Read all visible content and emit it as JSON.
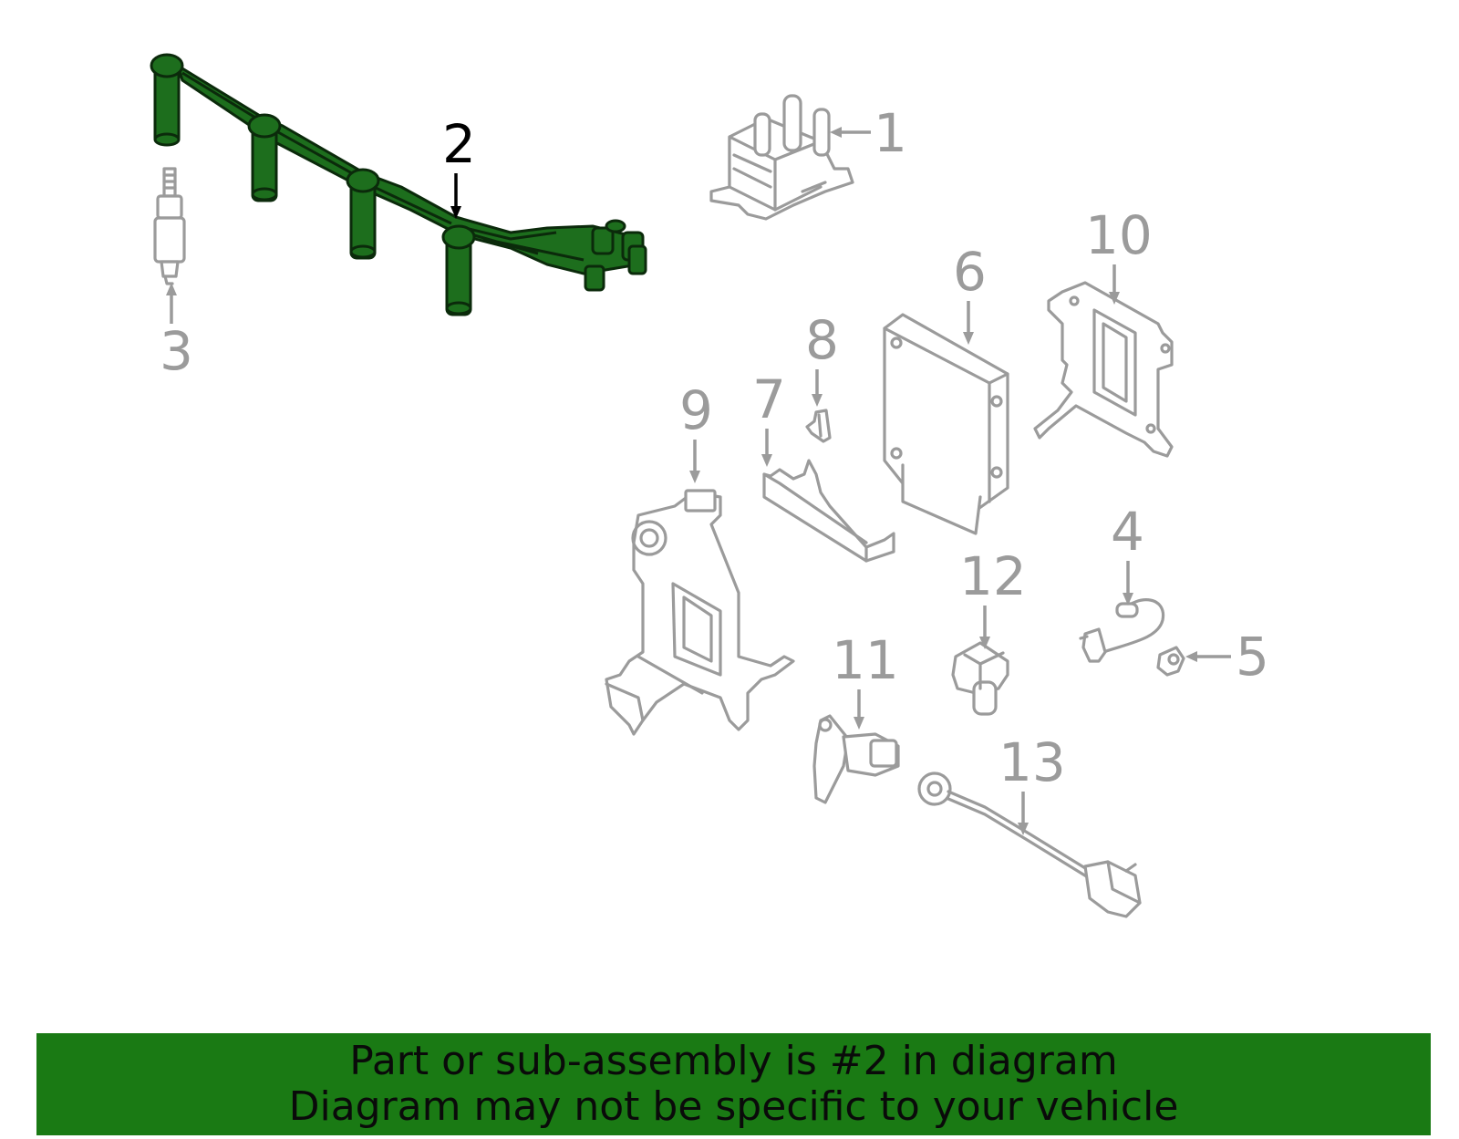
{
  "diagram": {
    "highlight_color": "#1a7a14",
    "parts_color": "#9b9b9b",
    "callouts": [
      {
        "id": "1",
        "label": "1"
      },
      {
        "id": "2",
        "label": "2",
        "highlighted": true
      },
      {
        "id": "3",
        "label": "3"
      },
      {
        "id": "4",
        "label": "4"
      },
      {
        "id": "5",
        "label": "5"
      },
      {
        "id": "6",
        "label": "6"
      },
      {
        "id": "7",
        "label": "7"
      },
      {
        "id": "8",
        "label": "8"
      },
      {
        "id": "9",
        "label": "9"
      },
      {
        "id": "10",
        "label": "10"
      },
      {
        "id": "11",
        "label": "11"
      },
      {
        "id": "12",
        "label": "12"
      },
      {
        "id": "13",
        "label": "13"
      }
    ]
  },
  "banner": {
    "line1": "Part or sub-assembly is #2 in diagram",
    "line2": "Diagram may not be specific to your vehicle",
    "background": "#1a7a14"
  }
}
